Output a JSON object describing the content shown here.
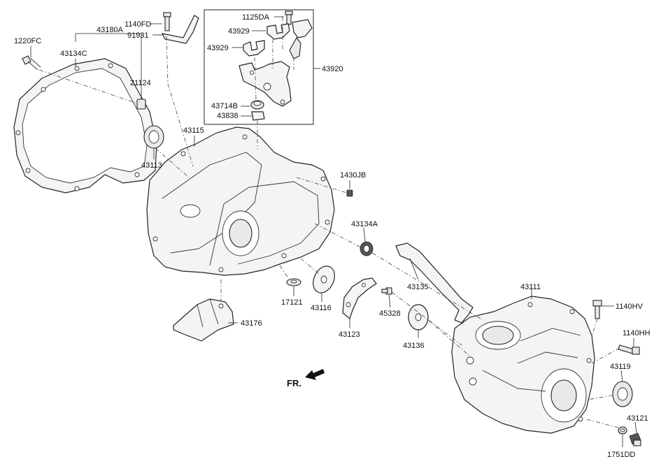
{
  "labels": {
    "p1220FC": "1220FC",
    "p43180A": "43180A",
    "p43134C": "43134C",
    "p21124": "21124",
    "p1140FD": "1140FD",
    "p91931": "91931",
    "p1125DA": "1125DA",
    "p43929a": "43929",
    "p43929b": "43929",
    "p43920": "43920",
    "p43714B": "43714B",
    "p43838": "43838",
    "p43115": "43115",
    "p43113": "43113",
    "p1430JB": "1430JB",
    "p43134A": "43134A",
    "p17121": "17121",
    "p43116": "43116",
    "p43176": "43176",
    "p43123": "43123",
    "p45328": "45328",
    "p43135": "43135",
    "p43136": "43136",
    "p43111": "43111",
    "p1140HV": "1140HV",
    "p1140HH": "1140HH",
    "p43119": "43119",
    "p43121": "43121",
    "p1751DD": "1751DD",
    "front": "FR."
  }
}
